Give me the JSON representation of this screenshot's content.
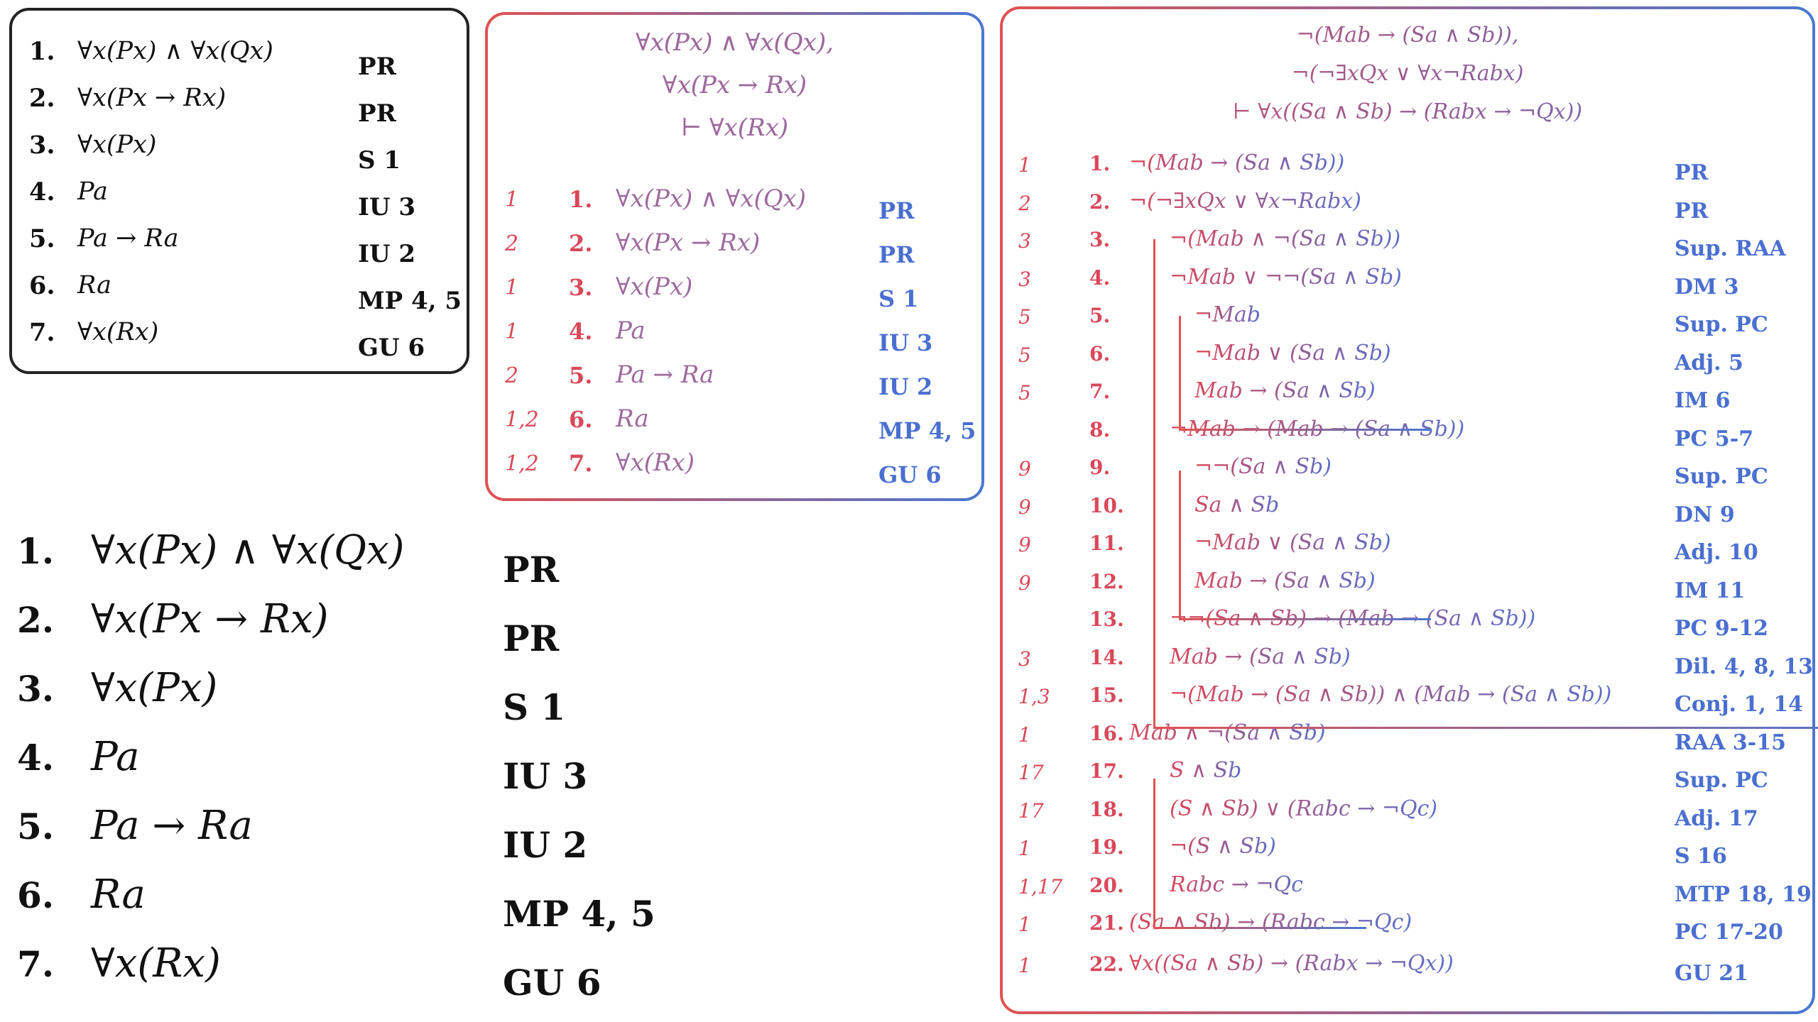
{
  "proof_simple": {
    "lines": [
      {
        "n": "1.",
        "formula": "∀x(Px) ∧ ∀x(Qx)",
        "just": "PR"
      },
      {
        "n": "2.",
        "formula": "∀x(Px → Rx)",
        "just": "PR"
      },
      {
        "n": "3.",
        "formula": "∀x(Px)",
        "just": "S 1"
      },
      {
        "n": "4.",
        "formula": "Pa",
        "just": "IU 3"
      },
      {
        "n": "5.",
        "formula": "Pa → Ra",
        "just": "IU 2"
      },
      {
        "n": "6.",
        "formula": "Ra",
        "just": "MP 4, 5"
      },
      {
        "n": "7.",
        "formula": "∀x(Rx)",
        "just": "GU 6"
      }
    ]
  },
  "proof_with_deps": {
    "premises": [
      "∀x(Px) ∧ ∀x(Qx),",
      "∀x(Px → Rx)",
      "⊢ ∀x(Rx)"
    ],
    "lines": [
      {
        "deps": "1",
        "n": "1.",
        "formula": "∀x(Px) ∧ ∀x(Qx)",
        "just": "PR"
      },
      {
        "deps": "2",
        "n": "2.",
        "formula": "∀x(Px → Rx)",
        "just": "PR"
      },
      {
        "deps": "1",
        "n": "3.",
        "formula": "∀x(Px)",
        "just": "S 1"
      },
      {
        "deps": "1",
        "n": "4.",
        "formula": "Pa",
        "just": "IU 3"
      },
      {
        "deps": "2",
        "n": "5.",
        "formula": "Pa → Ra",
        "just": "IU 2"
      },
      {
        "deps": "1,2",
        "n": "6.",
        "formula": "Ra",
        "just": "MP 4, 5"
      },
      {
        "deps": "1,2",
        "n": "7.",
        "formula": "∀x(Rx)",
        "just": "GU 6"
      }
    ]
  },
  "proof_complex": {
    "premises": [
      "¬(Mab → (Sa ∧ Sb)),",
      "¬(¬∃xQx ∨ ∀x¬Rabx)",
      "⊢ ∀x((Sa ∧ Sb) → (Rabx → ¬Qx))"
    ],
    "lines": [
      {
        "deps": "1",
        "n": "1.",
        "formula": "¬(Mab → (Sa ∧ Sb))",
        "just": "PR"
      },
      {
        "deps": "2",
        "n": "2.",
        "formula": "¬(¬∃xQx ∨ ∀x¬Rabx)",
        "just": "PR"
      },
      {
        "deps": "3",
        "n": "3.",
        "formula": "¬(Mab ∧ ¬(Sa ∧ Sb))",
        "just": "Sup. RAA"
      },
      {
        "deps": "3",
        "n": "4.",
        "formula": "¬Mab ∨ ¬¬(Sa ∧ Sb)",
        "just": "DM 3"
      },
      {
        "deps": "5",
        "n": "5.",
        "formula": "¬Mab",
        "just": "Sup. PC"
      },
      {
        "deps": "5",
        "n": "6.",
        "formula": "¬Mab ∨ (Sa ∧ Sb)",
        "just": "Adj. 5"
      },
      {
        "deps": "5",
        "n": "7.",
        "formula": "Mab → (Sa ∧ Sb)",
        "just": "IM 6"
      },
      {
        "deps": "",
        "n": "8.",
        "formula": "¬Mab → (Mab → (Sa ∧ Sb))",
        "just": "PC 5-7"
      },
      {
        "deps": "9",
        "n": "9.",
        "formula": "¬¬(Sa ∧ Sb)",
        "just": "Sup. PC"
      },
      {
        "deps": "9",
        "n": "10.",
        "formula": "Sa ∧ Sb",
        "just": "DN 9"
      },
      {
        "deps": "9",
        "n": "11.",
        "formula": "¬Mab ∨ (Sa ∧ Sb)",
        "just": "Adj. 10"
      },
      {
        "deps": "9",
        "n": "12.",
        "formula": "Mab → (Sa ∧ Sb)",
        "just": "IM 11"
      },
      {
        "deps": "",
        "n": "13.",
        "formula": "¬¬(Sa ∧ Sb) → (Mab → (Sa ∧ Sb))",
        "just": "PC 9-12"
      },
      {
        "deps": "3",
        "n": "14.",
        "formula": "Mab → (Sa ∧ Sb)",
        "just": "Dil. 4, 8, 13"
      },
      {
        "deps": "1,3",
        "n": "15.",
        "formula": "¬(Mab → (Sa ∧ Sb)) ∧ (Mab → (Sa ∧ Sb))",
        "just": "Conj. 1, 14"
      },
      {
        "deps": "1",
        "n": "16.",
        "formula": "Mab ∧ ¬(Sa ∧ Sb)",
        "just": "RAA 3-15"
      },
      {
        "deps": "17",
        "n": "17.",
        "formula": "S ∧ Sb",
        "just": "Sup. PC"
      },
      {
        "deps": "17",
        "n": "18.",
        "formula": "(S ∧ Sb) ∨ (Rabc → ¬Qc)",
        "just": "Adj. 17"
      },
      {
        "deps": "1",
        "n": "19.",
        "formula": "¬(S ∧ Sb)",
        "just": "S 16"
      },
      {
        "deps": "1,17",
        "n": "20.",
        "formula": "Rabc → ¬Qc",
        "just": "MTP 18, 19"
      },
      {
        "deps": "1",
        "n": "21.",
        "formula": "(Sa ∧ Sb) → (Rabc → ¬Qc)",
        "just": "PC 17-20"
      },
      {
        "deps": "1",
        "n": "22.",
        "formula": "∀x((Sa ∧ Sb) → (Rabx → ¬Qx))",
        "just": "GU 21"
      }
    ]
  }
}
